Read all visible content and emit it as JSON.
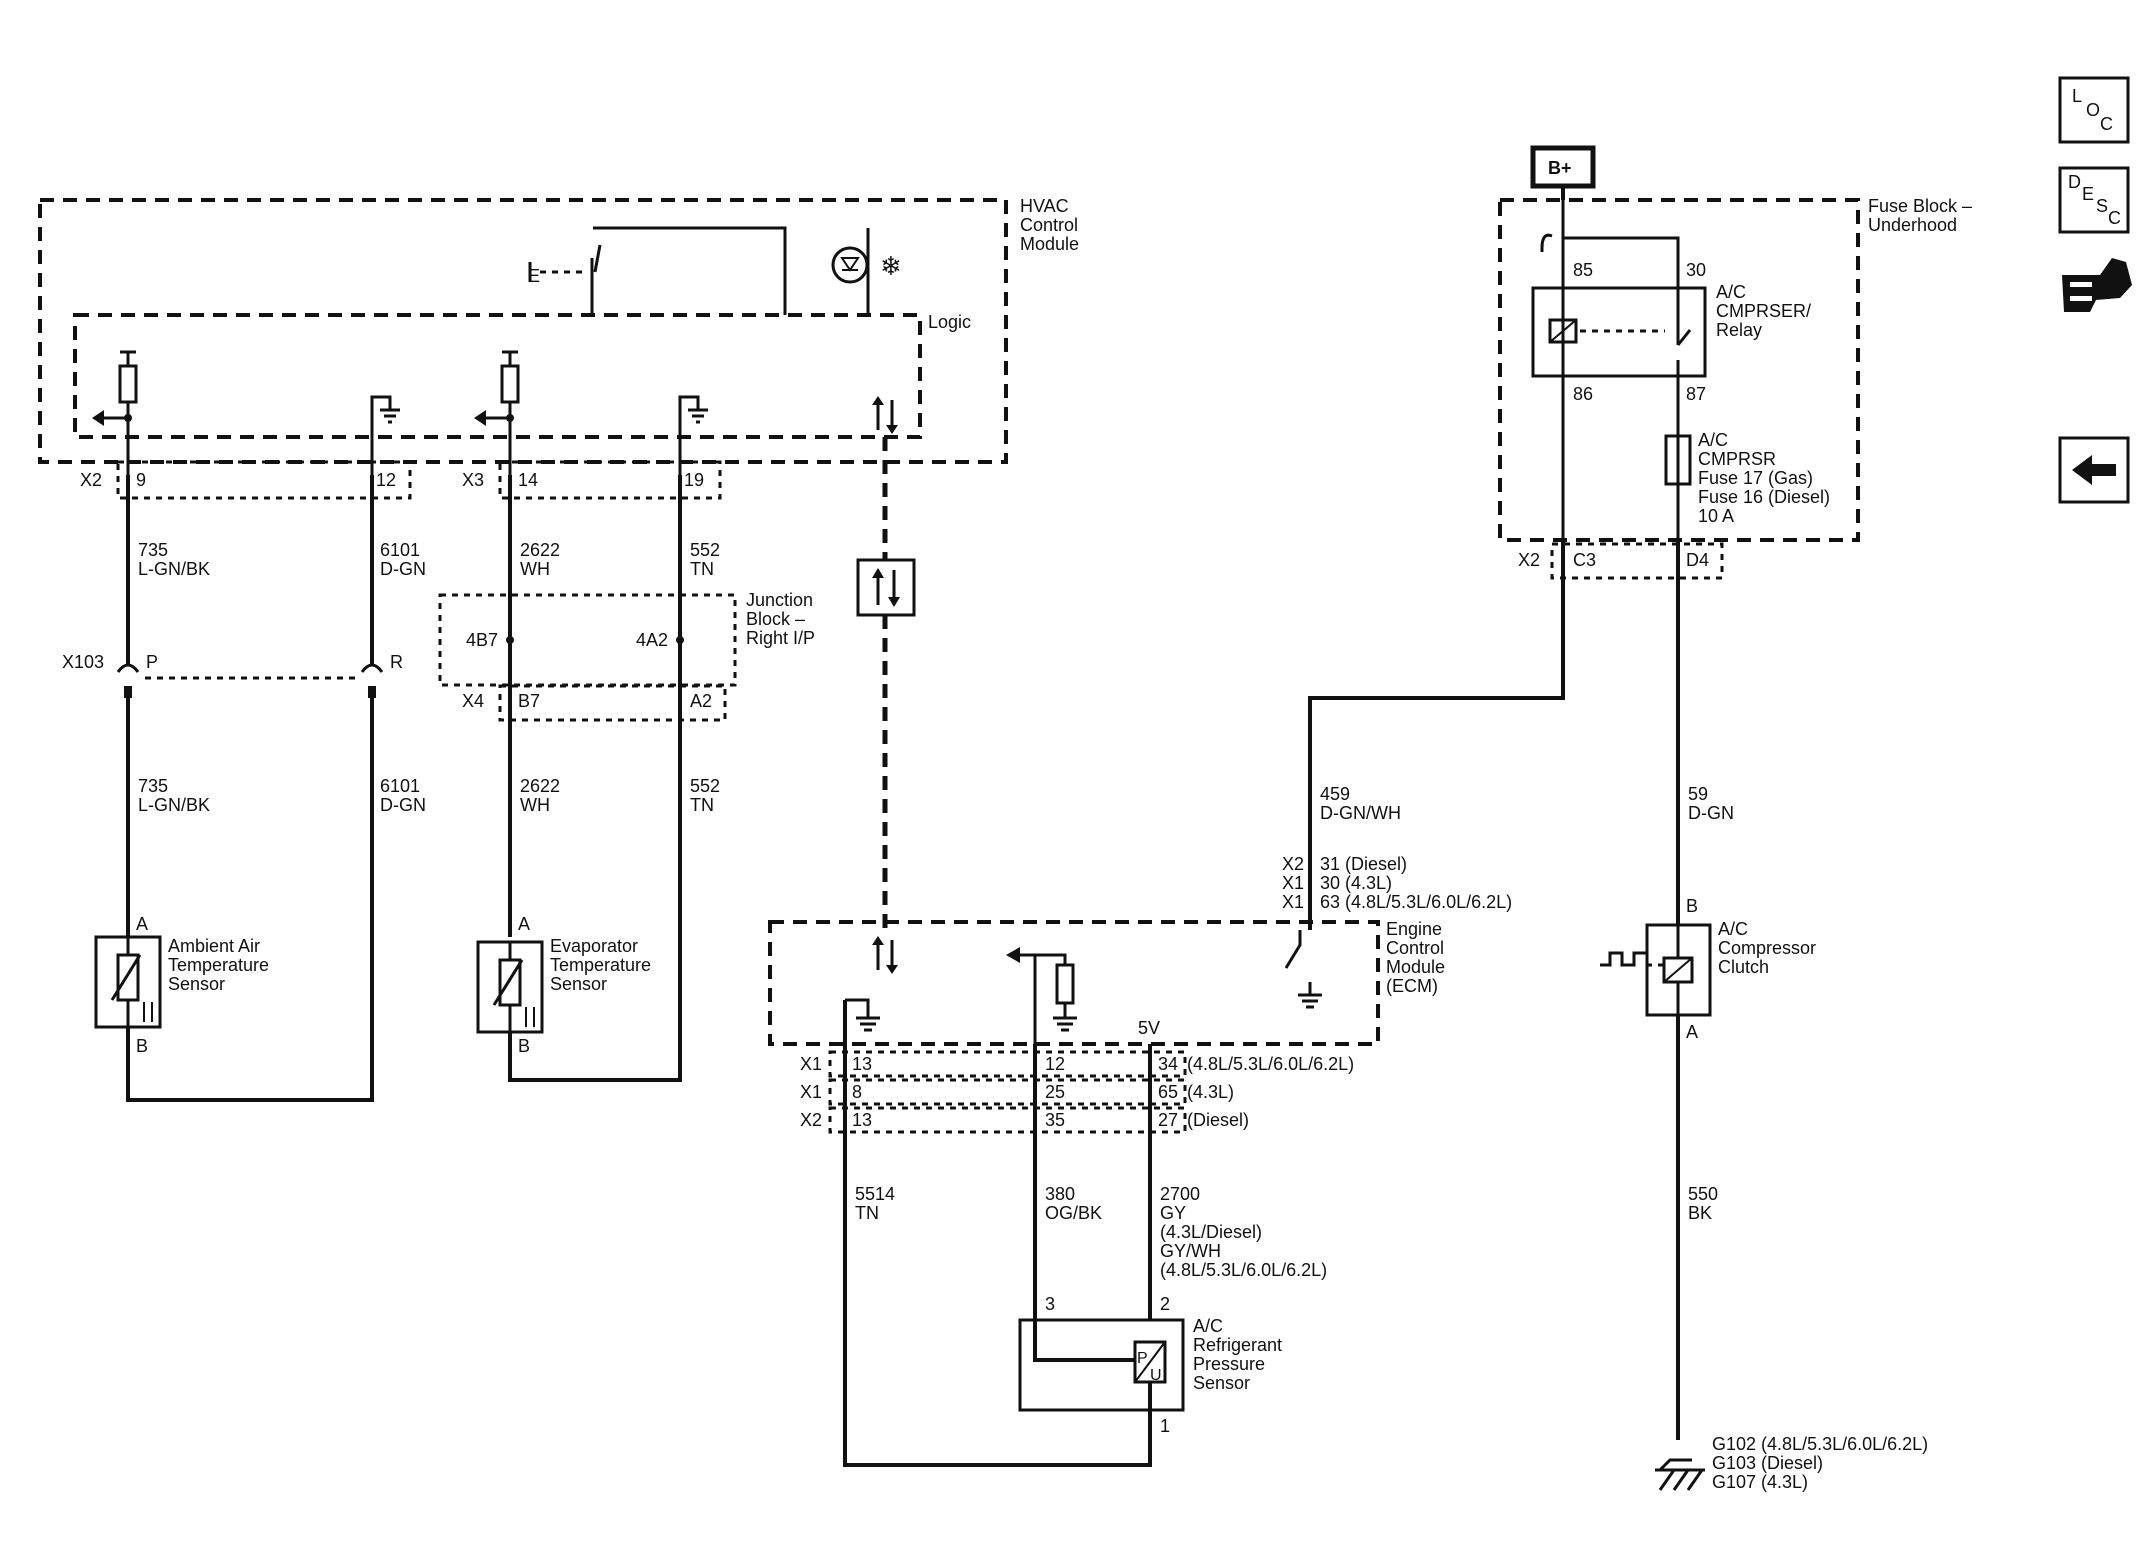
{
  "nav": {
    "loc": [
      "L",
      "O",
      "C"
    ],
    "desc": [
      "D",
      "E",
      "S",
      "C"
    ],
    "back_arrow": "⬅"
  },
  "modules": {
    "hvac": [
      "HVAC",
      "Control",
      "Module"
    ],
    "logic": "Logic",
    "junction": [
      "Junction",
      "Block –",
      "Right I/P"
    ],
    "ecm": [
      "Engine",
      "Control",
      "Module",
      "(ECM)"
    ],
    "fuse_block": [
      "Fuse Block –",
      "Underhood"
    ]
  },
  "connectors": {
    "x2_hvac": "X2",
    "x2_pin9": "9",
    "x2_pin12": "12",
    "x3": "X3",
    "x3_pin14": "14",
    "x3_pin19": "19",
    "x103": "X103",
    "x103_p": "P",
    "x103_r": "R",
    "x4": "X4",
    "x4_b7": "B7",
    "x4_a2": "A2",
    "jb_4b7": "4B7",
    "jb_4a2": "4A2",
    "ecm_rows": [
      {
        "conn": "X1",
        "a": "13",
        "b": "12",
        "c": "34",
        "note": "(4.8L/5.3L/6.0L/6.2L)"
      },
      {
        "conn": "X1",
        "a": "8",
        "b": "25",
        "c": "65",
        "note": "(4.3L)"
      },
      {
        "conn": "X2",
        "a": "13",
        "b": "35",
        "c": "27",
        "note": "(Diesel)"
      }
    ],
    "ecm_459": [
      {
        "conn": "X2",
        "text": "31 (Diesel)"
      },
      {
        "conn": "X1",
        "text": "30 (4.3L)"
      },
      {
        "conn": "X1",
        "text": "63 (4.8L/5.3L/6.0L/6.2L)"
      }
    ],
    "fb_x2": "X2",
    "fb_c3": "C3",
    "fb_d4": "D4",
    "five_v": "5V"
  },
  "wires": {
    "w735_top": [
      "735",
      "L-GN/BK"
    ],
    "w6101_top": [
      "6101",
      "D-GN"
    ],
    "w2622_top": [
      "2622",
      "WH"
    ],
    "w552_top": [
      "552",
      "TN"
    ],
    "w735_bot": [
      "735",
      "L-GN/BK"
    ],
    "w6101_bot": [
      "6101",
      "D-GN"
    ],
    "w2622_bot": [
      "2622",
      "WH"
    ],
    "w552_bot": [
      "552",
      "TN"
    ],
    "w459": [
      "459",
      "D-GN/WH"
    ],
    "w59": [
      "59",
      "D-GN"
    ],
    "w5514": [
      "5514",
      "TN"
    ],
    "w380": [
      "380",
      "OG/BK"
    ],
    "w2700": [
      "2700",
      "GY",
      "(4.3L/Diesel)",
      "GY/WH",
      "(4.8L/5.3L/6.0L/6.2L)"
    ],
    "w550": [
      "550",
      "BK"
    ]
  },
  "components": {
    "ambient": [
      "Ambient Air",
      "Temperature",
      "Sensor"
    ],
    "ambient_a": "A",
    "ambient_b": "B",
    "evap": [
      "Evaporator",
      "Temperature",
      "Sensor"
    ],
    "evap_a": "A",
    "evap_b": "B",
    "relay": [
      "A/C",
      "CMPRSER/",
      "Relay"
    ],
    "relay_85": "85",
    "relay_30": "30",
    "relay_86": "86",
    "relay_87": "87",
    "fuse": [
      "A/C",
      "CMPRSR",
      "Fuse 17 (Gas)",
      "Fuse 16 (Diesel)",
      "10 A"
    ],
    "clutch": [
      "A/C",
      "Compressor",
      "Clutch"
    ],
    "clutch_b": "B",
    "clutch_a": "A",
    "pressure": [
      "A/C",
      "Refrigerant",
      "Pressure",
      "Sensor"
    ],
    "pressure_3": "3",
    "pressure_2": "2",
    "pressure_1": "1",
    "pu_p": "P",
    "pu_u": "U",
    "bplus": "B+",
    "e_label": "E",
    "grounds": [
      "G102 (4.8L/5.3L/6.0L/6.2L)",
      "G103 (Diesel)",
      "G107 (4.3L)"
    ]
  }
}
